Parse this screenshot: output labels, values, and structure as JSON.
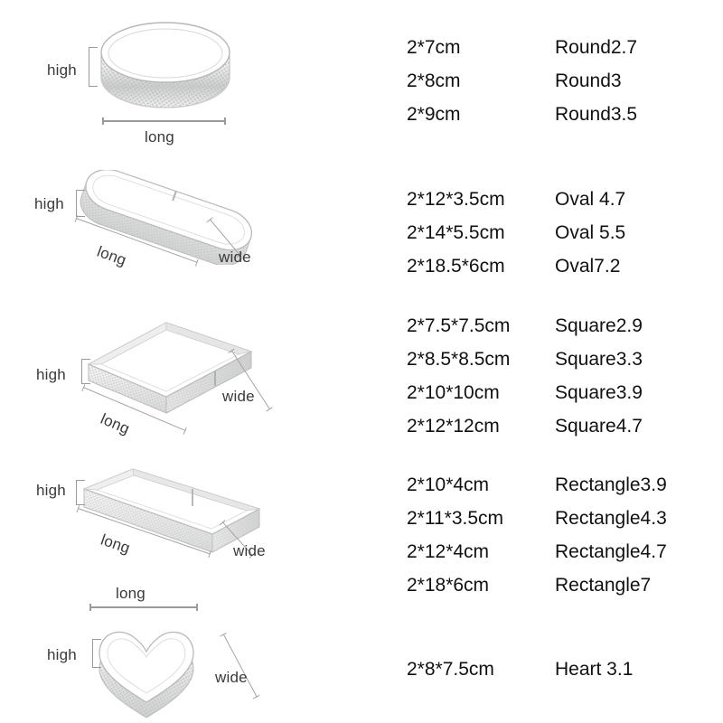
{
  "page": {
    "background_color": "#ffffff",
    "text_color": "#111111",
    "dimension_line_color": "#9a9a9a",
    "dimension_label_color": "#3a3a3a"
  },
  "dimension_terms": {
    "high": "high",
    "long": "long",
    "wide": "wide"
  },
  "products": [
    {
      "shape": "round",
      "illustration": "perforated-round-tart-ring",
      "labels": {
        "high": "high",
        "long": "long"
      },
      "variants": [
        {
          "size": "2*7cm",
          "name": "Round2.7"
        },
        {
          "size": "2*8cm",
          "name": "Round3"
        },
        {
          "size": "2*9cm",
          "name": "Round3.5"
        }
      ]
    },
    {
      "shape": "oval",
      "illustration": "perforated-oval-tart-ring",
      "labels": {
        "high": "high",
        "long": "long",
        "wide": "wide"
      },
      "variants": [
        {
          "size": "2*12*3.5cm",
          "name": "Oval 4.7"
        },
        {
          "size": "2*14*5.5cm",
          "name": "Oval 5.5"
        },
        {
          "size": "2*18.5*6cm",
          "name": "Oval7.2"
        }
      ]
    },
    {
      "shape": "square",
      "illustration": "perforated-square-tart-ring",
      "labels": {
        "high": "high",
        "long": "long",
        "wide": "wide"
      },
      "variants": [
        {
          "size": "2*7.5*7.5cm",
          "name": "Square2.9"
        },
        {
          "size": "2*8.5*8.5cm",
          "name": "Square3.3"
        },
        {
          "size": "2*10*10cm",
          "name": "Square3.9"
        },
        {
          "size": "2*12*12cm",
          "name": "Square4.7"
        }
      ]
    },
    {
      "shape": "rectangle",
      "illustration": "perforated-rectangle-tart-ring",
      "labels": {
        "high": "high",
        "long": "long",
        "wide": "wide"
      },
      "variants": [
        {
          "size": "2*10*4cm",
          "name": "Rectangle3.9"
        },
        {
          "size": "2*11*3.5cm",
          "name": "Rectangle4.3"
        },
        {
          "size": "2*12*4cm",
          "name": "Rectangle4.7"
        },
        {
          "size": "2*18*6cm",
          "name": "Rectangle7"
        }
      ]
    },
    {
      "shape": "heart",
      "illustration": "perforated-heart-tart-ring",
      "labels": {
        "high": "high",
        "long": "long",
        "wide": "wide"
      },
      "variants": [
        {
          "size": "2*8*7.5cm",
          "name": "Heart 3.1"
        }
      ]
    }
  ]
}
